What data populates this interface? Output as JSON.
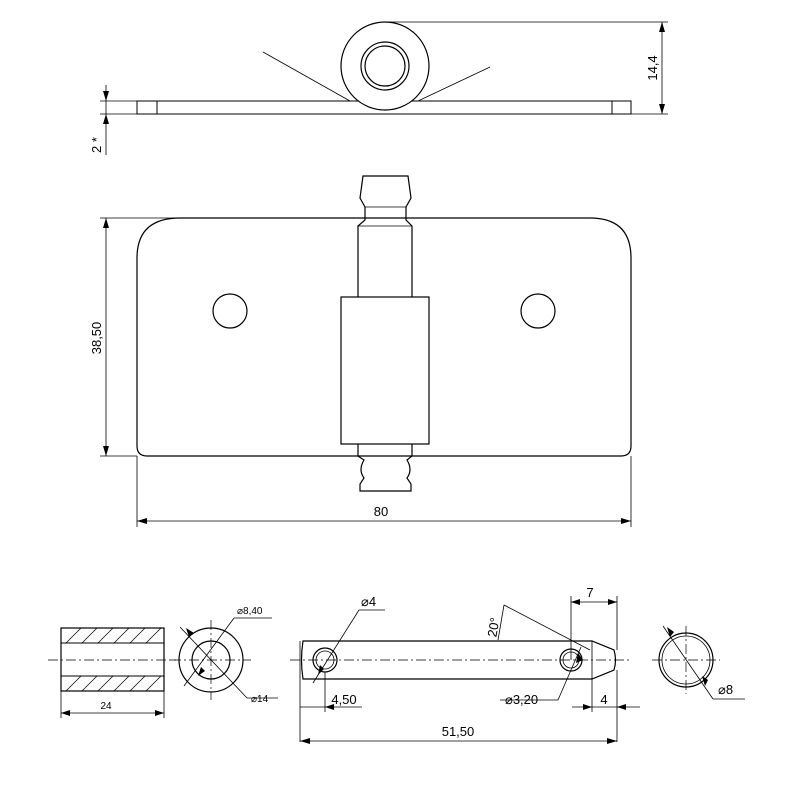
{
  "dimensions": {
    "plate_height": "14,4",
    "plate_thickness": "2 *",
    "plate_width_vertical": "38,50",
    "plate_length": "80",
    "bushing_length": "24",
    "bushing_inner_dia": "8,40",
    "bushing_outer_dia": "14",
    "pin_hole_dia": "4",
    "pin_hole_offset": "4,50",
    "pin_total_length": "51,50",
    "pin_angle": "20°",
    "pin_tip_length": "7",
    "pin_small_hole_dia": "3,20",
    "pin_tip_offset": "4",
    "pin_dia": "8"
  },
  "symbols": {
    "diameter": "⌀"
  }
}
